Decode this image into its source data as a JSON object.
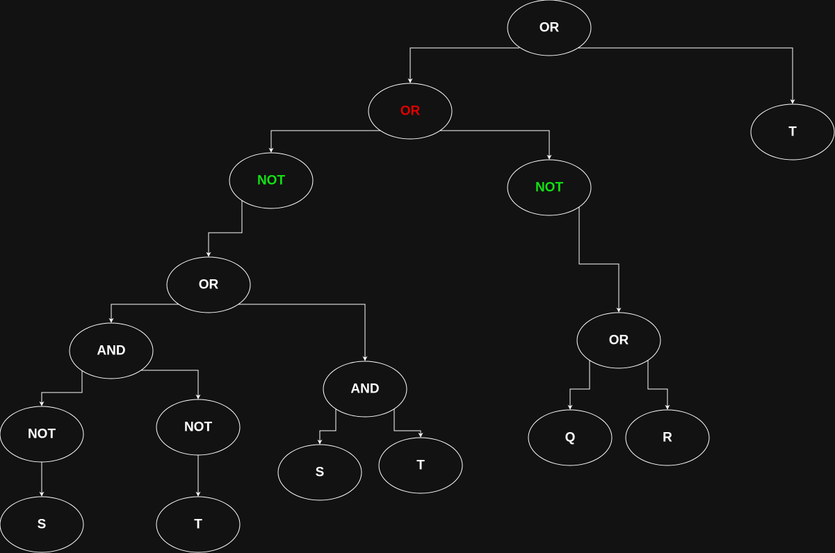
{
  "colors": {
    "background": "#121212",
    "stroke": "#ffffff",
    "default_text": "#ffffff",
    "red": "#e00000",
    "green": "#12e012"
  },
  "nodes": [
    {
      "id": "n1",
      "label": "OR",
      "color": "#ffffff"
    },
    {
      "id": "n2",
      "label": "OR",
      "color": "#e00000"
    },
    {
      "id": "n3",
      "label": "T",
      "color": "#ffffff"
    },
    {
      "id": "n4",
      "label": "NOT",
      "color": "#12e012"
    },
    {
      "id": "n5",
      "label": "NOT",
      "color": "#12e012"
    },
    {
      "id": "n6",
      "label": "OR",
      "color": "#ffffff"
    },
    {
      "id": "n7",
      "label": "AND",
      "color": "#ffffff"
    },
    {
      "id": "n8",
      "label": "AND",
      "color": "#ffffff"
    },
    {
      "id": "n9",
      "label": "NOT",
      "color": "#ffffff"
    },
    {
      "id": "n10",
      "label": "NOT",
      "color": "#ffffff"
    },
    {
      "id": "n11",
      "label": "S",
      "color": "#ffffff"
    },
    {
      "id": "n12",
      "label": "T",
      "color": "#ffffff"
    },
    {
      "id": "n13",
      "label": "S",
      "color": "#ffffff"
    },
    {
      "id": "n14",
      "label": "T",
      "color": "#ffffff"
    },
    {
      "id": "n15",
      "label": "OR",
      "color": "#ffffff"
    },
    {
      "id": "n16",
      "label": "Q",
      "color": "#ffffff"
    },
    {
      "id": "n17",
      "label": "R",
      "color": "#ffffff"
    }
  ],
  "edges": [
    {
      "from": "n1",
      "to": "n2"
    },
    {
      "from": "n1",
      "to": "n3"
    },
    {
      "from": "n2",
      "to": "n4"
    },
    {
      "from": "n2",
      "to": "n5"
    },
    {
      "from": "n4",
      "to": "n6"
    },
    {
      "from": "n6",
      "to": "n7"
    },
    {
      "from": "n6",
      "to": "n8"
    },
    {
      "from": "n7",
      "to": "n9"
    },
    {
      "from": "n7",
      "to": "n10"
    },
    {
      "from": "n9",
      "to": "n11"
    },
    {
      "from": "n10",
      "to": "n12"
    },
    {
      "from": "n8",
      "to": "n13"
    },
    {
      "from": "n8",
      "to": "n14"
    },
    {
      "from": "n5",
      "to": "n15"
    },
    {
      "from": "n15",
      "to": "n16"
    },
    {
      "from": "n15",
      "to": "n17"
    }
  ]
}
